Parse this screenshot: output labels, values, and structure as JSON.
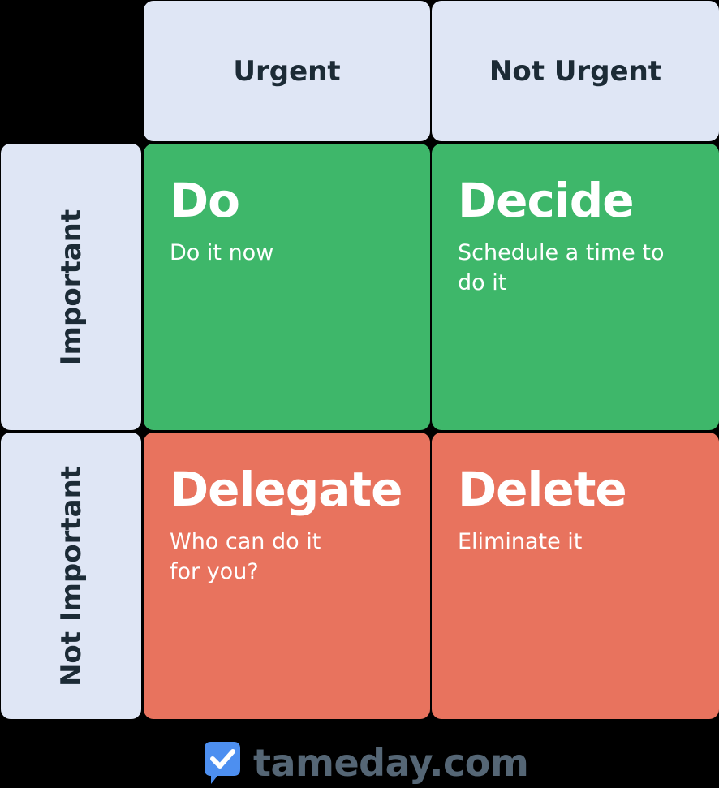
{
  "matrix": {
    "columns": [
      {
        "label": "Urgent"
      },
      {
        "label": "Not Urgent"
      }
    ],
    "rows": [
      {
        "label": "Important"
      },
      {
        "label": "Not Important"
      }
    ],
    "quadrants": [
      {
        "title": "Do",
        "subtitle": "Do it now",
        "color": "#3eb76a"
      },
      {
        "title": "Decide",
        "subtitle": "Schedule a time to do it",
        "color": "#3eb76a"
      },
      {
        "title": "Delegate",
        "subtitle": "Who can do it for you?",
        "color": "#e8735e"
      },
      {
        "title": "Delete",
        "subtitle": "Eliminate it",
        "color": "#e8735e"
      }
    ],
    "header_bg": "#dfe6f5",
    "label_color": "#1c2b36"
  },
  "brand": {
    "icon": "checkmark-speech-bubble-icon",
    "name": "tameday.com",
    "icon_color": "#4d8ff0",
    "text_color": "#556675"
  }
}
